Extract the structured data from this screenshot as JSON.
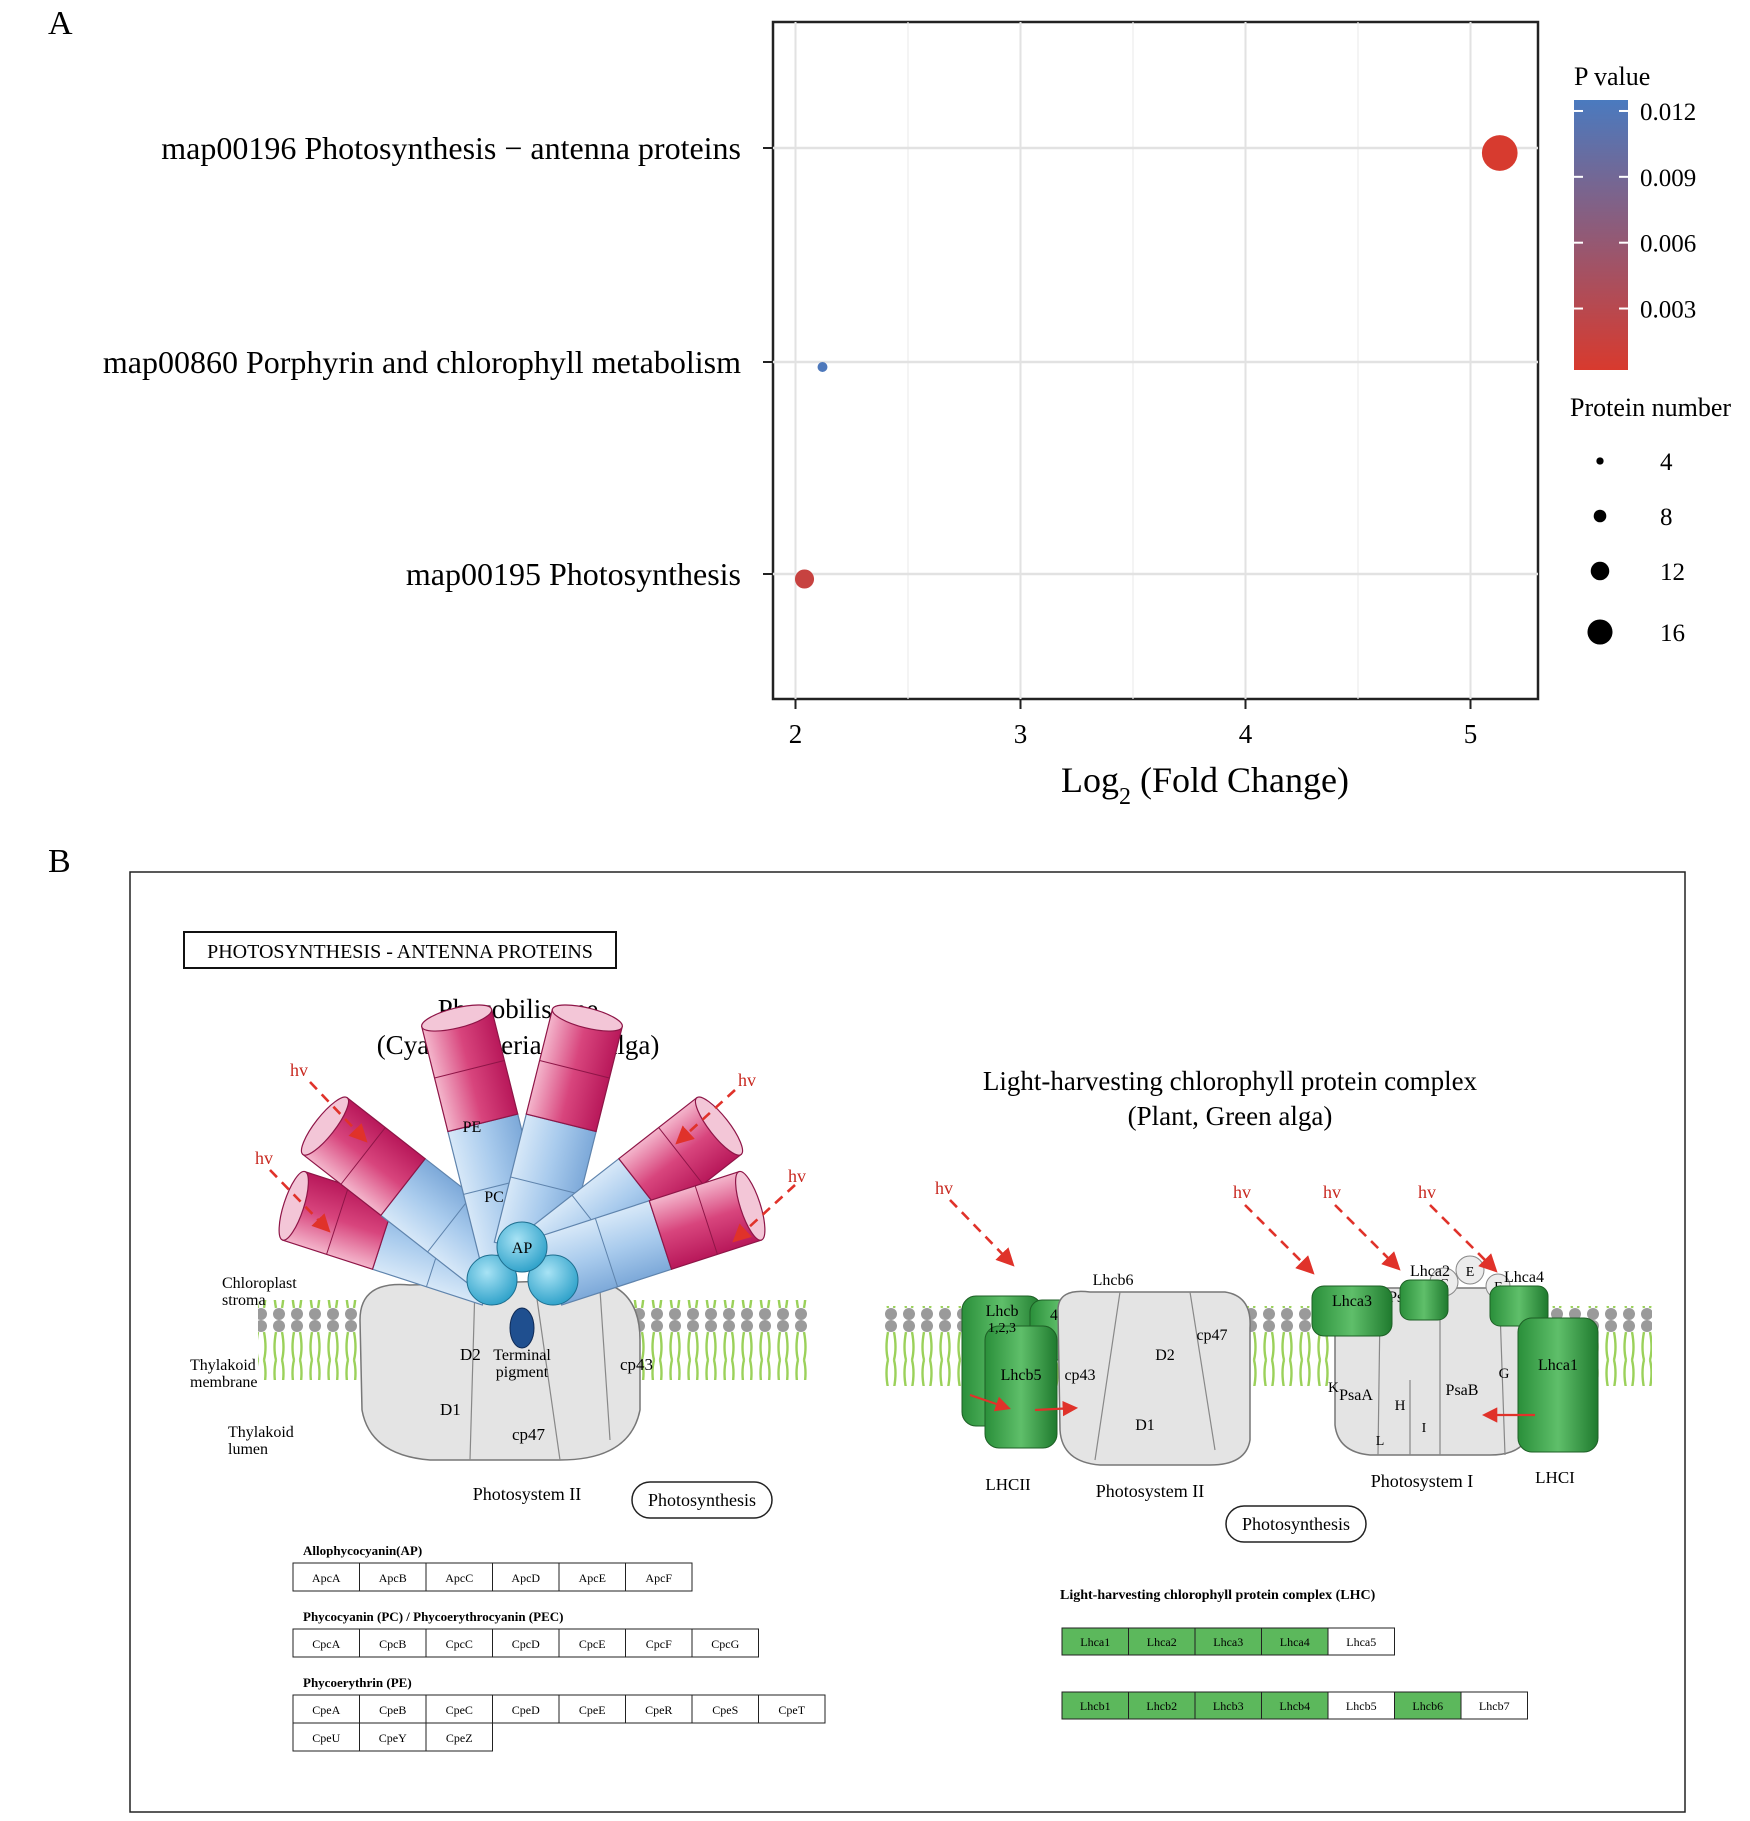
{
  "panels": {
    "a_label": "A",
    "b_label": "B"
  },
  "chart_data": {
    "type": "scatter",
    "title": "",
    "xlabel_main": "Log",
    "xlabel_sub": "2",
    "xlabel_rest": " (Fold Change)",
    "xlim": [
      1.9,
      5.3
    ],
    "xticks": [
      2,
      3,
      4,
      5
    ],
    "categories": [
      "map00196 Photosynthesis − antenna proteins",
      "map00860 Porphyrin and chlorophyll metabolism",
      "map00195 Photosynthesis"
    ],
    "points": [
      {
        "category": "map00196 Photosynthesis − antenna proteins",
        "x": 5.13,
        "p_value": 0.0003,
        "protein_number": 17
      },
      {
        "category": "map00860 Porphyrin and chlorophyll metabolism",
        "x": 2.12,
        "p_value": 0.0122,
        "protein_number": 3
      },
      {
        "category": "map00195 Photosynthesis",
        "x": 2.04,
        "p_value": 0.0017,
        "protein_number": 8
      }
    ],
    "grid": true,
    "color_legend": {
      "title": "P value",
      "ticks": [
        "0.012",
        "0.009",
        "0.006",
        "0.003"
      ],
      "tick_values": [
        0.012,
        0.009,
        0.006,
        0.003
      ],
      "range": [
        0.0002,
        0.0125
      ],
      "low_color": "#d83a2e",
      "high_color": "#4a7abf",
      "placement": "right"
    },
    "size_legend": {
      "title": "Protein number",
      "labels": [
        "4",
        "8",
        "12",
        "16"
      ],
      "values": [
        4,
        8,
        12,
        16
      ],
      "placement": "right"
    }
  },
  "diagram": {
    "box_title": "PHOTOSYNTHESIS - ANTENNA PROTEINS",
    "left": {
      "title_line1": "Phycobilisome",
      "title_line2": "(Cyanobacteria, Red alga)",
      "hv": "hv",
      "rod_labels": {
        "pe": "PE",
        "pc": "PC",
        "ap": "AP"
      },
      "side_labels": {
        "stroma1": "Chloroplast",
        "stroma2": "stroma",
        "membrane1": "Thylakoid",
        "membrane2": "membrane",
        "lumen1": "Thylakoid",
        "lumen2": "lumen"
      },
      "psii_labels": {
        "d2": "D2",
        "d1": "D1",
        "cp43": "cp43",
        "cp47": "cp47",
        "terminal1": "Terminal",
        "terminal2": "pigment"
      },
      "caption": "Photosystem II",
      "button": "Photosynthesis",
      "tables": [
        {
          "title": "Allophycocyanin(AP)",
          "rows": [
            [
              "ApcA",
              "ApcB",
              "ApcC",
              "ApcD",
              "ApcE",
              "ApcF"
            ]
          ]
        },
        {
          "title": "Phycocyanin (PC) / Phycoerythrocyanin (PEC)",
          "rows": [
            [
              "CpcA",
              "CpcB",
              "CpcC",
              "CpcD",
              "CpcE",
              "CpcF",
              "CpcG"
            ]
          ]
        },
        {
          "title": "Phycoerythrin (PE)",
          "rows": [
            [
              "CpeA",
              "CpeB",
              "CpeC",
              "CpeD",
              "CpeE",
              "CpeR",
              "CpeS",
              "CpeT"
            ],
            [
              "CpeU",
              "CpeY",
              "CpeZ"
            ]
          ]
        }
      ]
    },
    "right": {
      "title_line1": "Light-harvesting chlorophyll protein complex",
      "title_line2": "(Plant, Green alga)",
      "hv": "hv",
      "labels": {
        "lhcb6": "Lhcb6",
        "lhcb": "Lhcb",
        "lhcb12": "1,2,3",
        "lhcb4": "4",
        "lhcb5": "Lhcb5",
        "cp43": "cp43",
        "cp47": "cp47",
        "d2": "D2",
        "d1": "D1",
        "lhca3": "Lhca3",
        "lhca2": "Lhca2",
        "lhca4": "Lhca4",
        "lhca1": "Lhca1",
        "psad": "PsaD",
        "c": "C",
        "e": "E",
        "f": "F",
        "k": "K",
        "psaa": "PsaA",
        "h": "H",
        "l": "L",
        "i": "I",
        "psab": "PsaB",
        "g": "G"
      },
      "captions": {
        "lhcii": "LHCII",
        "psii": "Photosystem II",
        "psi": "Photosystem I",
        "lhci": "LHCI"
      },
      "button": "Photosynthesis",
      "table_title": "Light-harvesting chlorophyll protein complex (LHC)",
      "row1": [
        {
          "label": "Lhca1",
          "hit": true
        },
        {
          "label": "Lhca2",
          "hit": true
        },
        {
          "label": "Lhca3",
          "hit": true
        },
        {
          "label": "Lhca4",
          "hit": true
        },
        {
          "label": "Lhca5",
          "hit": false
        }
      ],
      "row2": [
        {
          "label": "Lhcb1",
          "hit": true
        },
        {
          "label": "Lhcb2",
          "hit": true
        },
        {
          "label": "Lhcb3",
          "hit": true
        },
        {
          "label": "Lhcb4",
          "hit": true
        },
        {
          "label": "Lhcb5",
          "hit": false
        },
        {
          "label": "Lhcb6",
          "hit": true
        },
        {
          "label": "Lhcb7",
          "hit": false
        }
      ],
      "hit_color": "#5cb85c"
    }
  }
}
